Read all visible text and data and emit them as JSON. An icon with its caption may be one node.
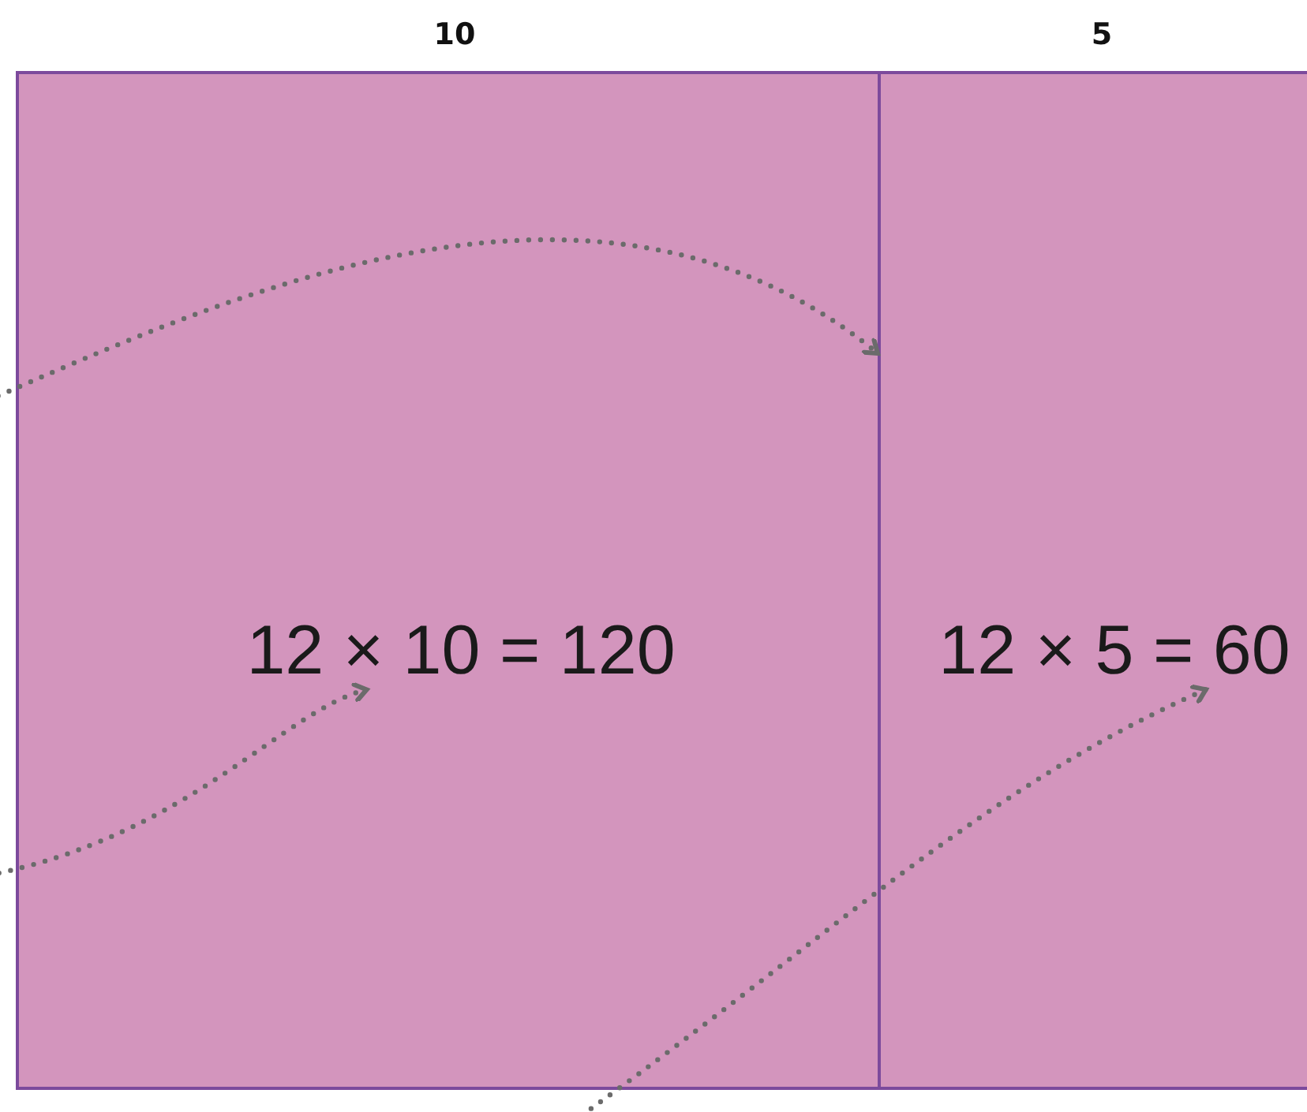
{
  "diagram": {
    "nodes": [
      {
        "text": [],
        "shape": "box",
        "beside": [
          "10"
        ]
      },
      {
        "text": [],
        "shape": "box",
        "beside": [
          "5"
        ]
      },
      {
        "text": [
          "12 × 10 = 120"
        ],
        "in": 0
      },
      {
        "text": [
          "12 × 5 = 60"
        ],
        "in": 1
      }
    ],
    "edges": [
      {
        "from": null,
        "to": 1,
        "arrow": "to"
      },
      {
        "from": null,
        "to": 2,
        "arrow": "to"
      },
      {
        "from": null,
        "to": 3,
        "arrow": "to"
      }
    ]
  }
}
